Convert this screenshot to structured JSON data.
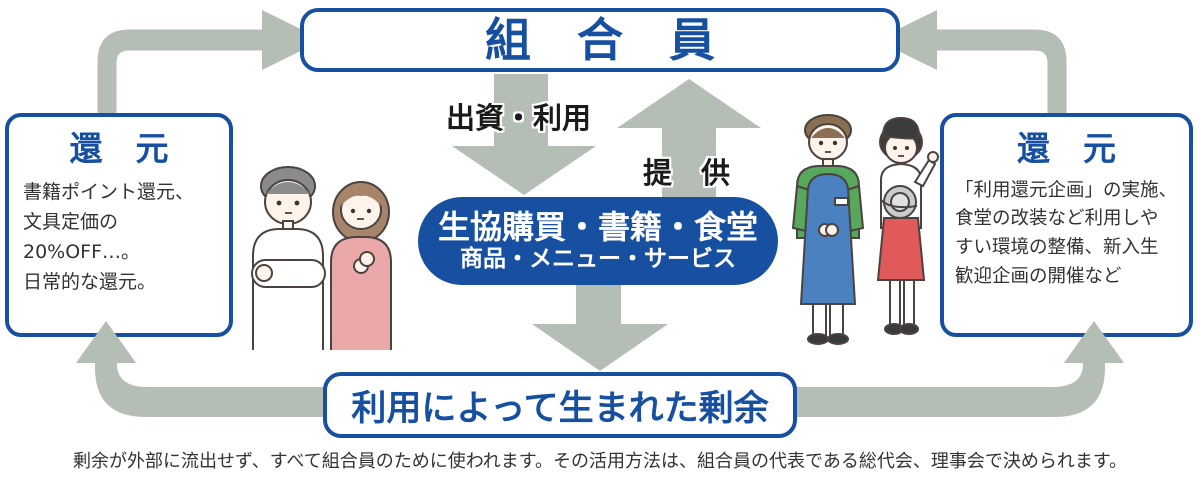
{
  "diagram": {
    "top_box": {
      "label": "組　合　員"
    },
    "flow_labels": {
      "invest": "出資・利用",
      "provide": "提　供"
    },
    "center_box": {
      "line1": "生協購買・書籍・食堂",
      "line2": "商品・メニュー・サービス"
    },
    "left_box": {
      "title": "還　元",
      "lines": [
        "書籍ポイント還元、",
        "文具定価の",
        "20%OFF…。",
        "日常的な還元。"
      ]
    },
    "right_box": {
      "title": "還　元",
      "lines": [
        "「利用還元企画」の実施、",
        "食堂の改装など利用しや",
        "すい環境の整備、新入生",
        "歓迎企画の開催など"
      ]
    },
    "bottom_box": {
      "label": "利用によって生まれた剰余"
    },
    "caption": "剰余が外部に流出せず、すべて組合員のために使われます。その活用方法は、組合員の代表である総代会、理事会で決められます。",
    "icons": {
      "left_illustration": "two-students-illustration",
      "right_illustration": "two-staff-illustration"
    },
    "colors": {
      "primary_blue": "#1750a0",
      "arrow_gray": "#b4beb5",
      "text_dark": "#333333"
    }
  }
}
